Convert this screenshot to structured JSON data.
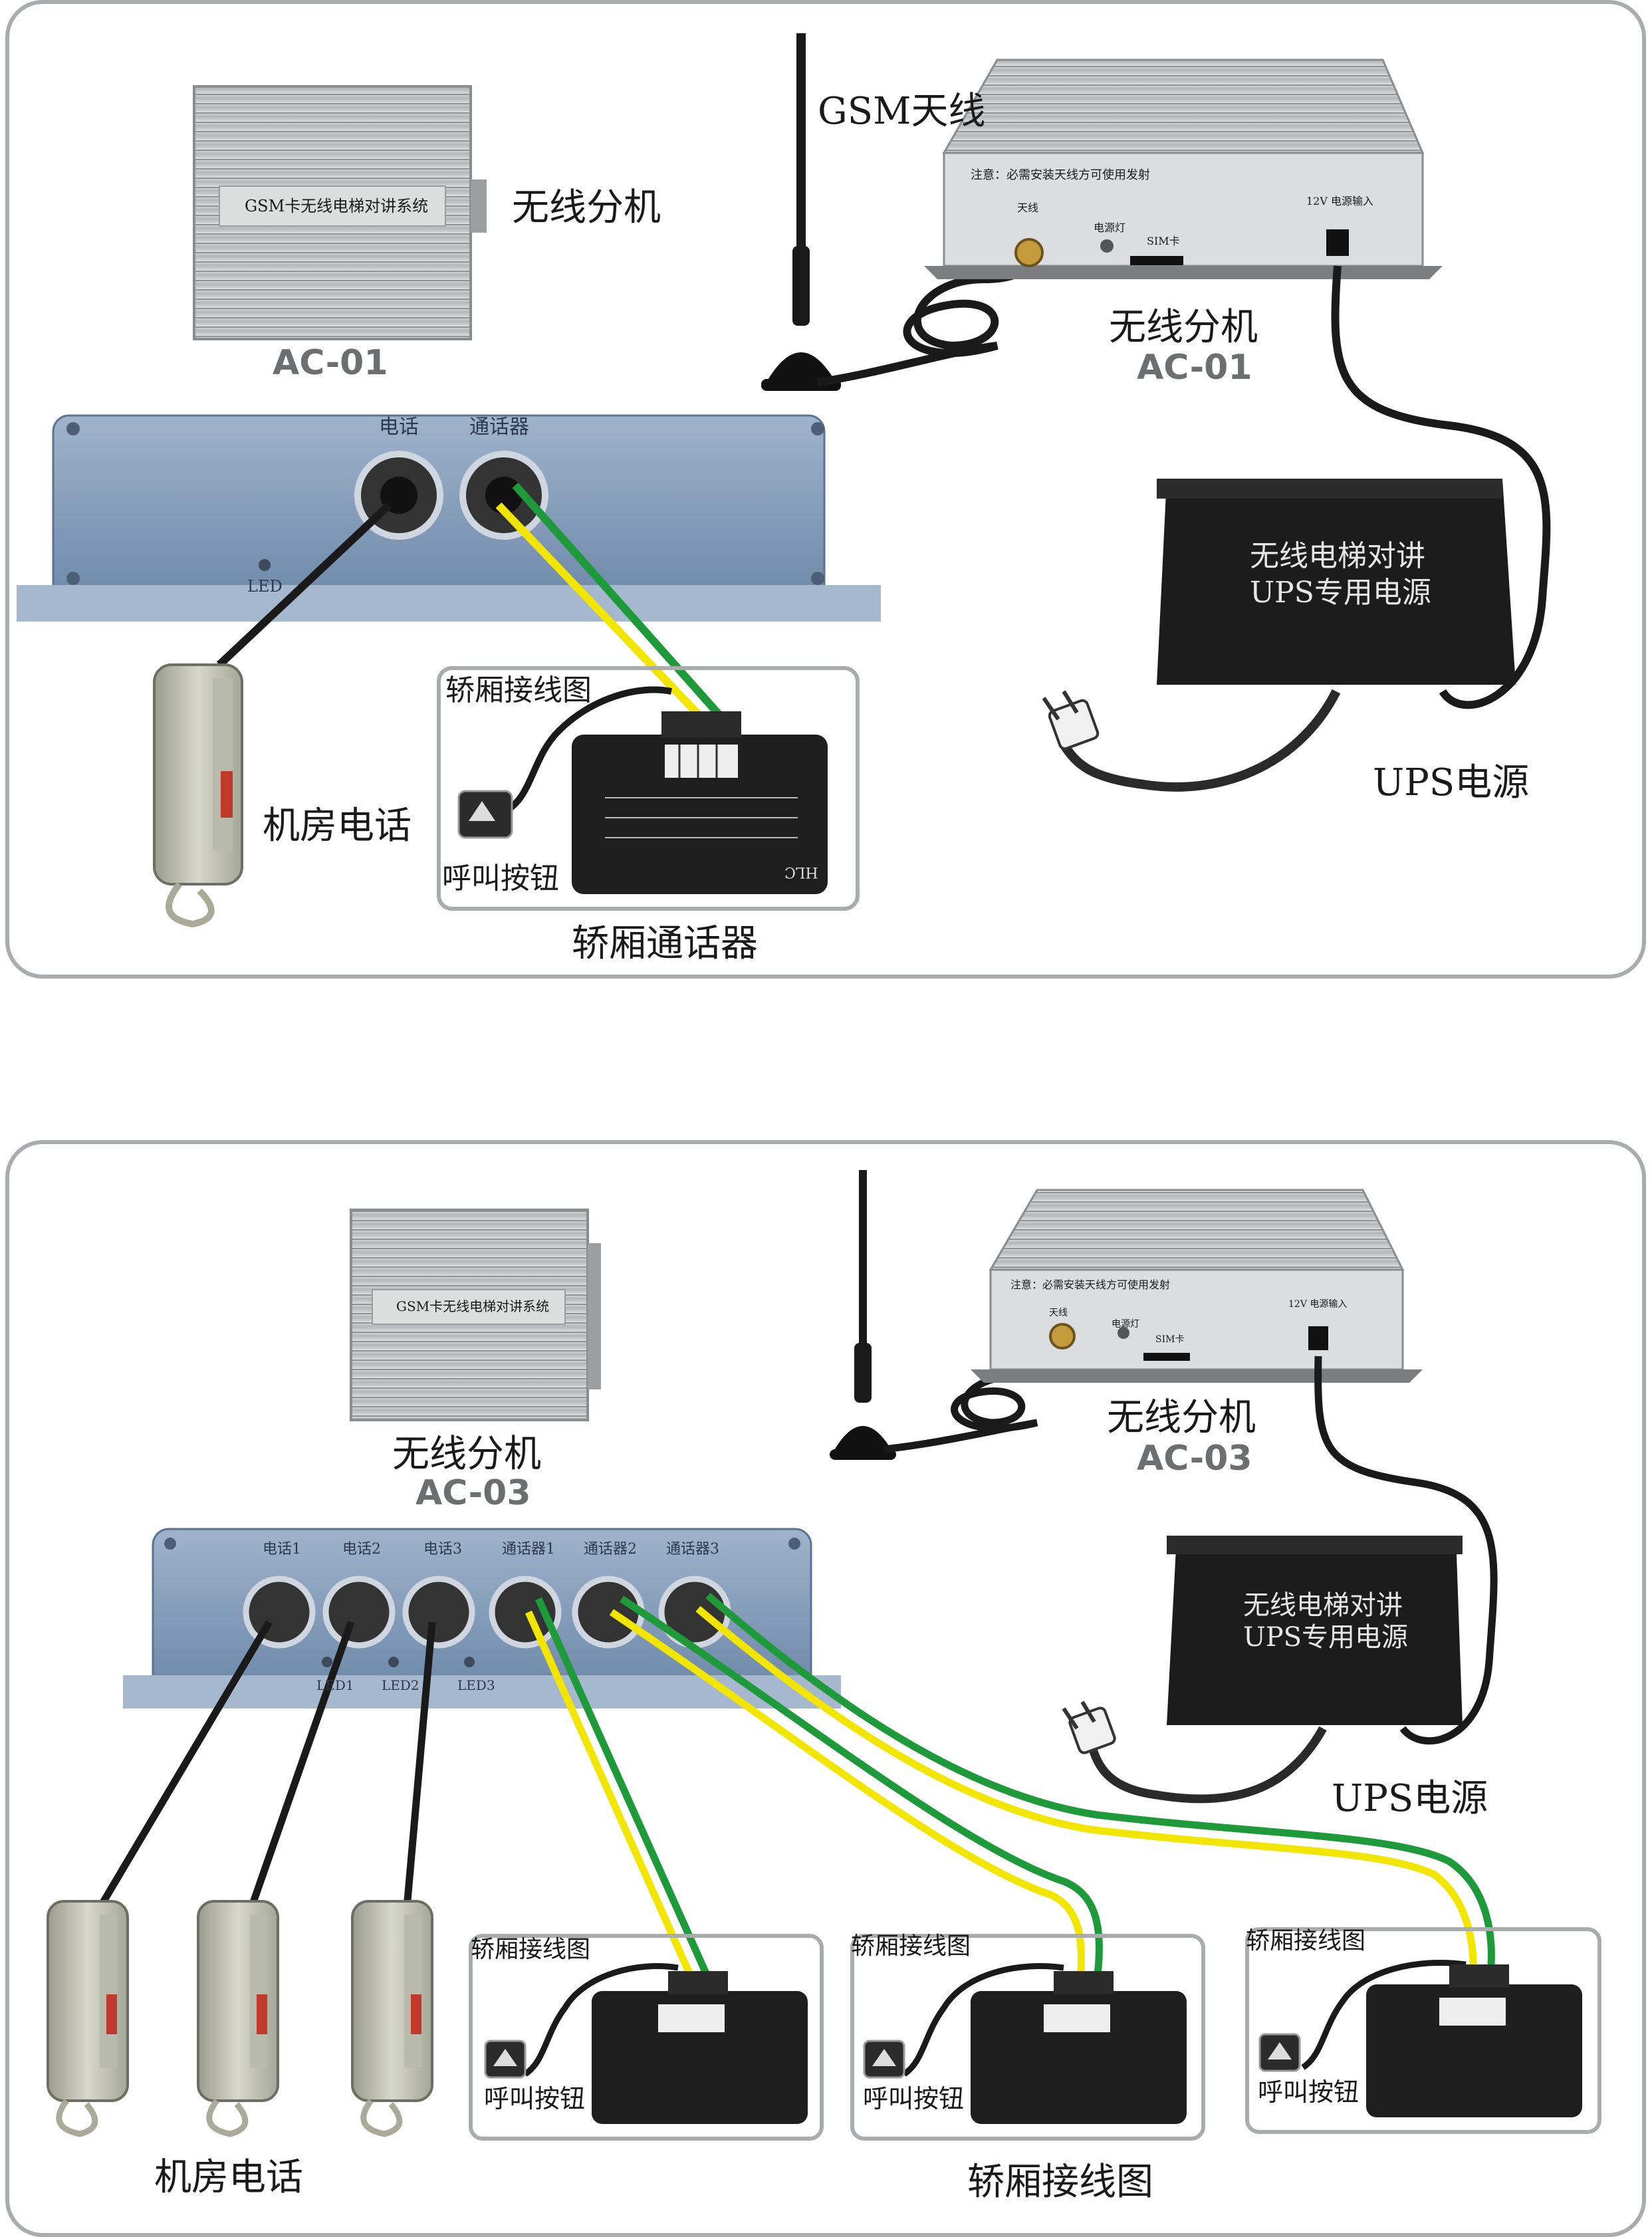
{
  "colors": {
    "frame": "#a9abad",
    "wire_green": "#1f9a3a",
    "wire_yellow": "#f2e500",
    "wire_black": "#1a1a1a",
    "device_silver": "#c9cbcd",
    "panel_blue": "#7d96b4",
    "ups_black": "#1c1c1c"
  },
  "top": {
    "unit_face_text": "GSM卡无线电梯对讲系统",
    "unit_label": "无线分机",
    "unit_model": "AC-01",
    "antenna_label": "GSM天线",
    "gsm_unit_label": "无线分机",
    "gsm_unit_model": "AC-01",
    "gsm_unit_notice": "注意：必需安装天线方可使用发射",
    "gsm_port_antenna": "天线",
    "gsm_port_power_led": "电源灯",
    "gsm_port_sim": "SIM卡",
    "gsm_port_power_in": "12V 电源输入",
    "back_port_phone": "电话",
    "back_port_intercom": "通话器",
    "back_led": "LED",
    "machine_room_phone": "机房电话",
    "car_wiring_title": "轿厢接线图",
    "call_button": "呼叫按钮",
    "car_intercom": "轿厢通话器",
    "car_box_brand": "HLC",
    "ups_line1": "无线电梯对讲",
    "ups_line2": "UPS专用电源",
    "ups_label": "UPS电源"
  },
  "bottom": {
    "unit_face_text": "GSM卡无线电梯对讲系统",
    "unit_label": "无线分机",
    "unit_model": "AC-03",
    "gsm_unit_label": "无线分机",
    "gsm_unit_model": "AC-03",
    "gsm_unit_notice": "注意：必需安装天线方可使用发射",
    "gsm_port_antenna": "天线",
    "gsm_port_power_led": "电源灯",
    "gsm_port_sim": "SIM卡",
    "gsm_port_power_in": "12V 电源输入",
    "back_ports": [
      "电话1",
      "电话2",
      "电话3",
      "通话器1",
      "通话器2",
      "通话器3"
    ],
    "back_leds": [
      "LED1",
      "LED2",
      "LED3"
    ],
    "machine_room_phone": "机房电话",
    "car_wiring_title": "轿厢接线图",
    "call_button": "呼叫按钮",
    "car_wiring_caption": "轿厢接线图",
    "ups_line1": "无线电梯对讲",
    "ups_line2": "UPS专用电源",
    "ups_label": "UPS电源"
  }
}
